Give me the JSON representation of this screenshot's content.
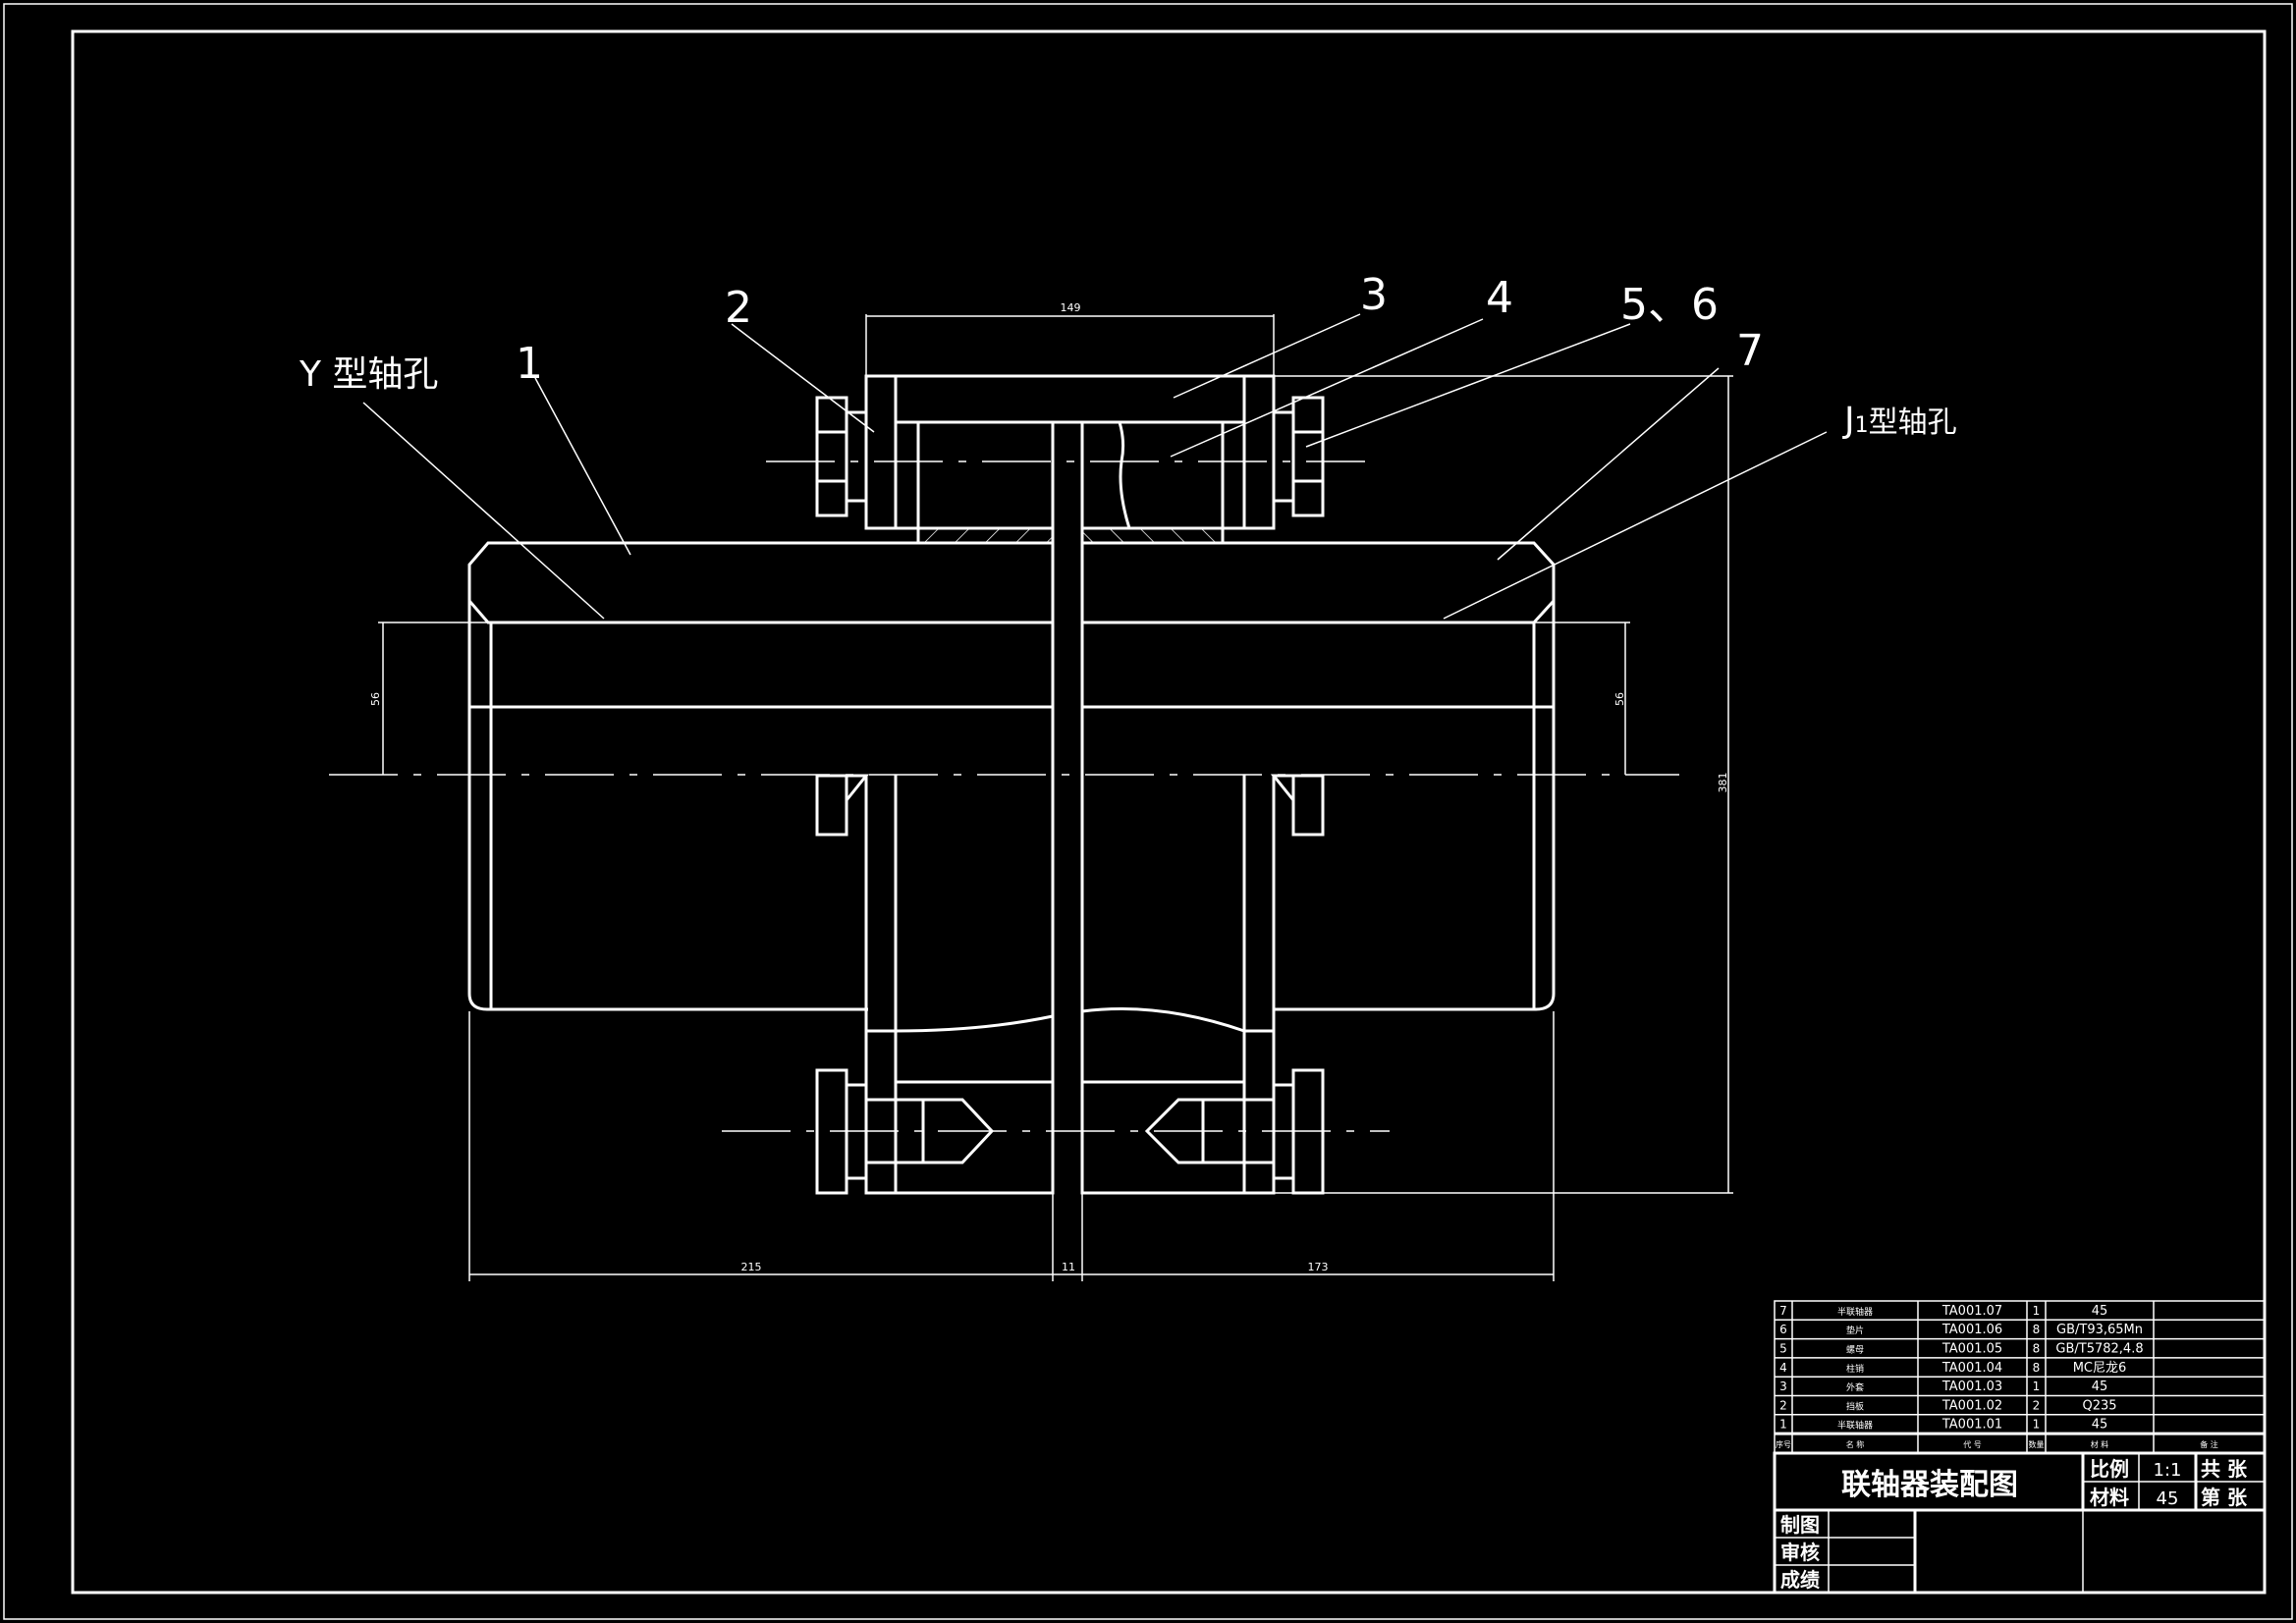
{
  "title_block": {
    "drawing_title": "联轴器装配图",
    "scale_label": "比例",
    "scale_value": "1:1",
    "material_label": "材料",
    "material_value": "45",
    "total_sheets": "共 张",
    "sheet_no": "第 张",
    "drawn_by": "制图",
    "checked_by": "审核",
    "score": "成绩"
  },
  "parts_list": {
    "header": [
      "序号",
      "名 称",
      "代 号",
      "数量",
      "材 料",
      "备 注"
    ],
    "rows": [
      {
        "no": "7",
        "name": "半联轴器",
        "code": "TA001.07",
        "qty": "1",
        "material": "45"
      },
      {
        "no": "6",
        "name": "垫片",
        "code": "TA001.06",
        "qty": "8",
        "material": "GB/T93,65Mn"
      },
      {
        "no": "5",
        "name": "螺母",
        "code": "TA001.05",
        "qty": "8",
        "material": "GB/T5782,4.8"
      },
      {
        "no": "4",
        "name": "柱销",
        "code": "TA001.04",
        "qty": "8",
        "material": "MC尼龙6"
      },
      {
        "no": "3",
        "name": "外套",
        "code": "TA001.03",
        "qty": "1",
        "material": "45"
      },
      {
        "no": "2",
        "name": "挡板",
        "code": "TA001.02",
        "qty": "2",
        "material": "Q235"
      },
      {
        "no": "1",
        "name": "半联轴器",
        "code": "TA001.01",
        "qty": "1",
        "material": "45"
      }
    ]
  },
  "labels": {
    "y_bore": "Y 型轴孔",
    "j1_bore_j": "J",
    "j1_bore_sub": "1",
    "j1_bore_rest": "型轴孔",
    "part1": "1",
    "part2": "2",
    "part3": "3",
    "part4": "4",
    "part56": "5、6",
    "part7": "7"
  },
  "dimensions": {
    "top_width": "149",
    "left_dia": "56",
    "right_dia": "56",
    "overall_height": "381",
    "left_length": "215",
    "gap": "11",
    "right_length": "173"
  }
}
